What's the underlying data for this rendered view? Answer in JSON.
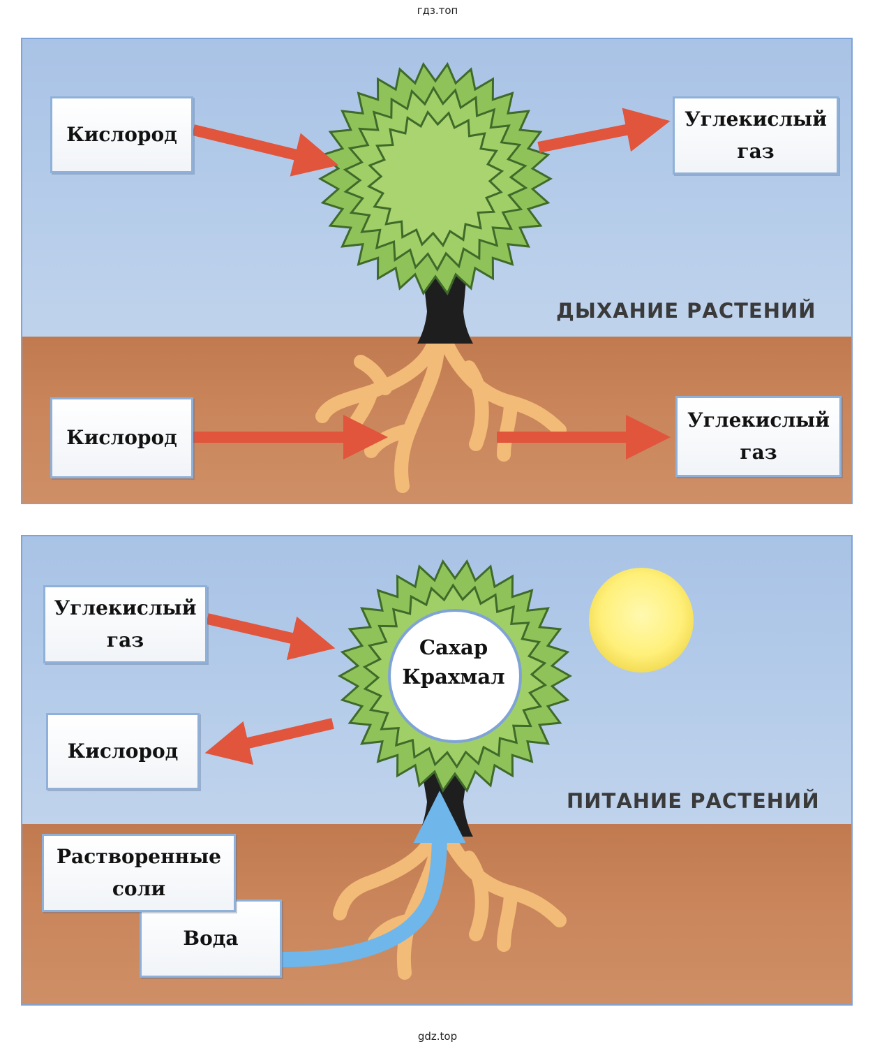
{
  "watermark_top": "гдз.топ",
  "watermark_bottom": "gdz.top",
  "respiration": {
    "caption": "ДЫХАНИЕ РАСТЕНИЙ",
    "leaf_input": "Кислород",
    "leaf_output_line1": "Углекислый",
    "leaf_output_line2": "газ",
    "root_input": "Кислород",
    "root_output_line1": "Углекислый",
    "root_output_line2": "газ"
  },
  "nutrition": {
    "caption": "ПИТАНИЕ РАСТЕНИЙ",
    "leaf_input_line1": "Углекислый",
    "leaf_input_line2": "газ",
    "leaf_output": "Кислород",
    "product_line1": "Сахар",
    "product_line2": "Крахмал",
    "soil_input_line1": "Растворенные",
    "soil_input_line2": "соли",
    "water": "Вода"
  },
  "colors": {
    "sky": "#b6cdea",
    "soil": "#c9845a",
    "crown": "#8fc35a",
    "trunk": "#1e1e1e",
    "roots": "#f2bb78",
    "arrow_red": "#e0553b",
    "arrow_blue": "#6fb6ea",
    "sun": "#fff07a"
  }
}
